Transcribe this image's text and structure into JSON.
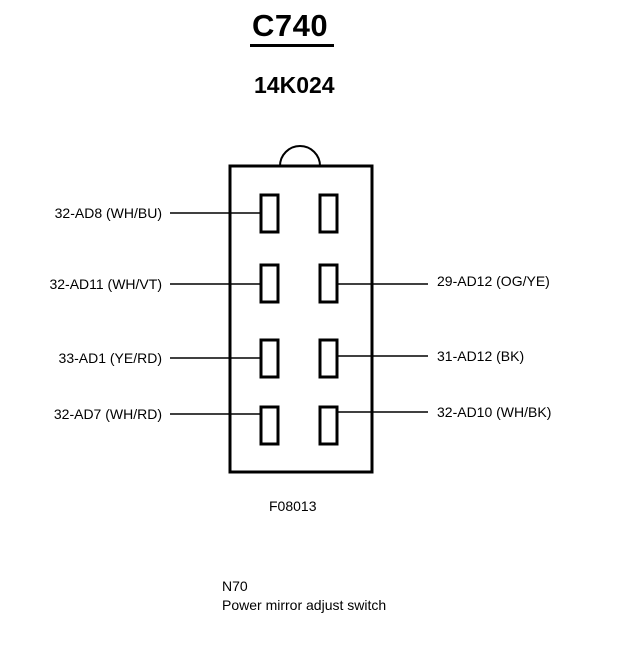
{
  "header": {
    "connector_id": "C740",
    "part_number": "14K024"
  },
  "pins_left": [
    {
      "circuit": "32-AD8 (WH/BU)"
    },
    {
      "circuit": "32-AD11 (WH/VT)"
    },
    {
      "circuit": "33-AD1 (YE/RD)"
    },
    {
      "circuit": "32-AD7 (WH/RD)"
    }
  ],
  "pins_right": [
    {
      "circuit": ""
    },
    {
      "circuit": "29-AD12 (OG/YE)"
    },
    {
      "circuit": "31-AD12 (BK)"
    },
    {
      "circuit": "32-AD10 (WH/BK)"
    }
  ],
  "figure_ref": "F08013",
  "component": {
    "code": "N70",
    "description": "Power mirror adjust switch"
  }
}
